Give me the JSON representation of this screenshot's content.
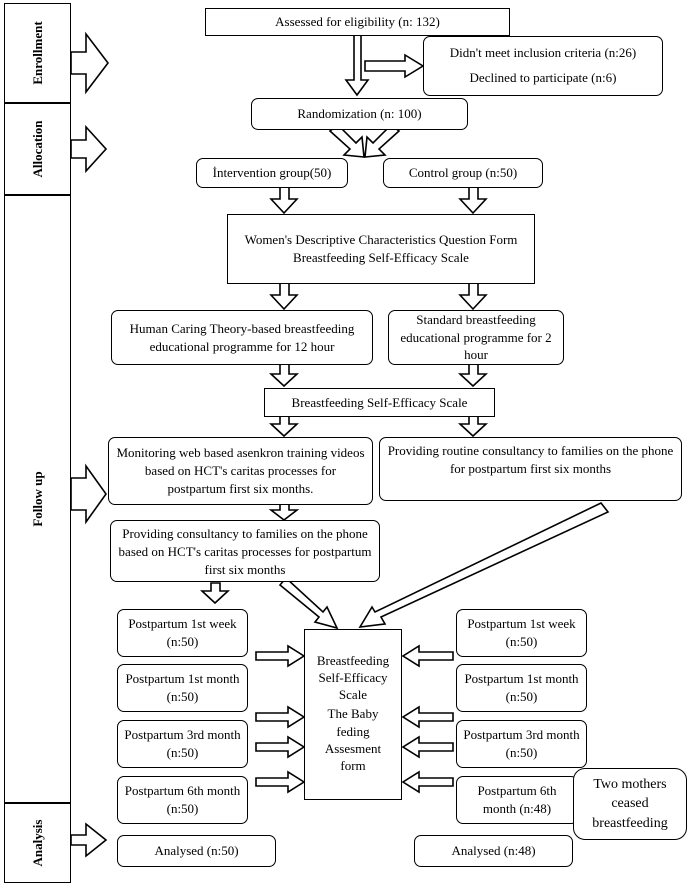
{
  "stages": {
    "enrollment": "Enrollment",
    "allocation": "Allocation",
    "follow_up": "Follow up",
    "analysis": "Analysis"
  },
  "boxes": {
    "assessed": "Assessed for eligibility (n: 132)",
    "excluded_1": "Didn't meet inclusion criteria (n:26)",
    "excluded_2": "Declined to participate (n:6)",
    "randomization": "Randomization (n: 100)",
    "intervention_group": "İntervention group(50)",
    "control_group": "Control group (n:50)",
    "questionnaire_1": "Women's Descriptive Characteristics Question Form",
    "questionnaire_2": "Breastfeeding Self-Efficacy Scale",
    "hct_programme": "Human Caring Theory-based breastfeeding educational programme for 12 hour",
    "standard_programme": "Standard breastfeeding educational programme for 2 hour",
    "bses": "Breastfeeding Self-Efficacy Scale",
    "web_training": "Monitoring web based asenkron training videos based on HCT's caritas processes for postpartum first six months.",
    "routine_consultancy": "Providing routine consultancy to families on the phone for postpartum first six months",
    "hct_consultancy": "Providing consultancy to families on the phone based on HCT's caritas processes for postpartum first six months",
    "center_1": "Breastfeeding Self-Efficacy Scale",
    "center_2": "The Baby feding Assesment form",
    "ceased": "Two mothers ceased breastfeeding"
  },
  "left_followups": [
    "Postpartum 1st week (n:50)",
    "Postpartum 1st month (n:50)",
    "Postpartum 3rd month (n:50)",
    "Postpartum 6th month (n:50)"
  ],
  "right_followups": [
    "Postpartum 1st week (n:50)",
    "Postpartum 1st month (n:50)",
    "Postpartum 3rd month (n:50)",
    "Postpartum 6th month (n:48)"
  ],
  "analysed": {
    "left": "Analysed (n:50)",
    "right": "Analysed (n:48)"
  },
  "colors": {
    "ceased_arrow": "#77933c"
  }
}
